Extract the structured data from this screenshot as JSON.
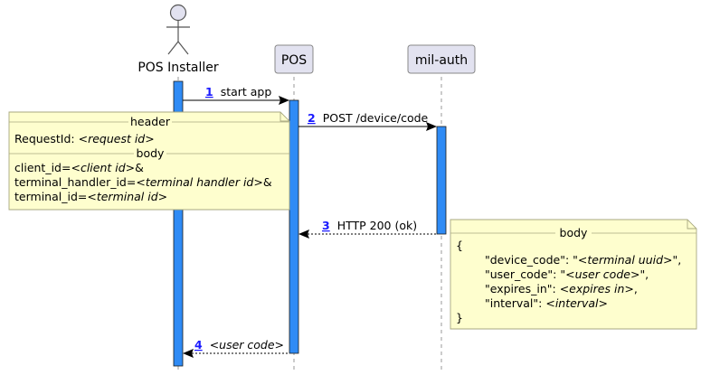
{
  "actor": {
    "name": "POS Installer"
  },
  "participants": [
    {
      "name": "POS"
    },
    {
      "name": "mil-auth"
    }
  ],
  "messages": [
    {
      "num": "1",
      "text": "start app"
    },
    {
      "num": "2",
      "text": "POST /device/code"
    },
    {
      "num": "3",
      "text": "HTTP 200 (ok)"
    },
    {
      "num": "4",
      "text": "<user code>"
    }
  ],
  "request_note": {
    "header_title": "header",
    "request_id_label": "RequestId: ",
    "request_id_value": "<request id>",
    "body_title": "body",
    "client_id_label": "client_id=",
    "client_id_value": "<client id>",
    "client_id_sep": "&",
    "terminal_handler_id_label": "terminal_handler_id=",
    "terminal_handler_id_value": "<terminal handler id>",
    "terminal_handler_id_sep": "&",
    "terminal_id_label": "terminal_id=",
    "terminal_id_value": "<terminal id>"
  },
  "response_note": {
    "body_title": "body",
    "open_brace": "{",
    "device_code_label": "\"device_code\": \"",
    "device_code_value": "<terminal uuid>",
    "device_code_end": "\",",
    "user_code_label": "\"user_code\": \"",
    "user_code_value": "<user code>",
    "user_code_end": "\",",
    "expires_in_label": "\"expires_in\": ",
    "expires_in_value": "<expires in>",
    "expires_in_end": ",",
    "interval_label": "\"interval\": ",
    "interval_value": "<interval>",
    "close_brace": "}"
  },
  "colors": {
    "activation": "#2f8bf5",
    "participant_fill": "#e2e2f0",
    "note_fill": "#fefece",
    "arrow": "#000000",
    "link": "#1a1aff"
  }
}
